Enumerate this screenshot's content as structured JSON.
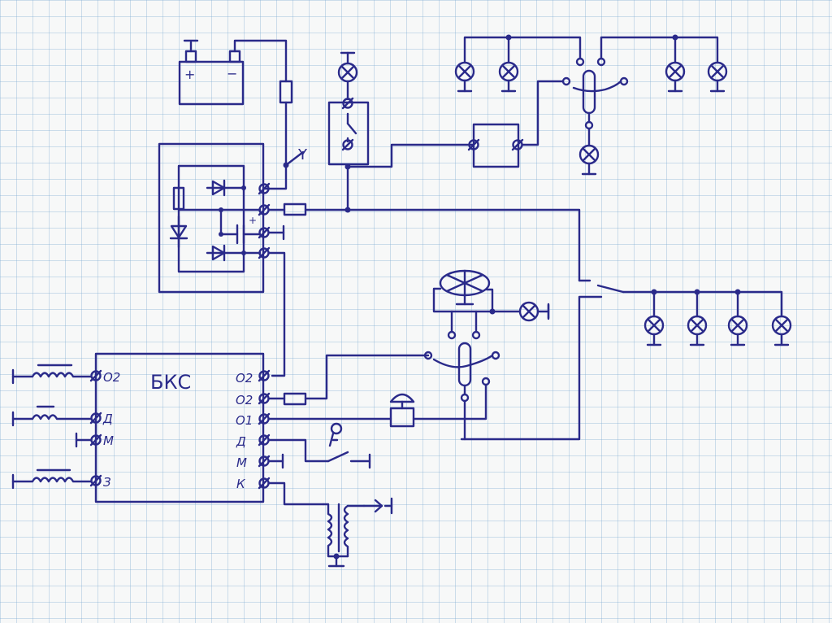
{
  "unit": {
    "title": "БКС",
    "left_terminals": [
      "О2",
      "Д",
      "М",
      "З"
    ],
    "right_terminals": [
      "О2",
      "О2",
      "О1",
      "Д",
      "М",
      "К"
    ]
  },
  "battery": {
    "plus": "+",
    "minus": "−"
  },
  "capacitor": {
    "plus": "+"
  }
}
